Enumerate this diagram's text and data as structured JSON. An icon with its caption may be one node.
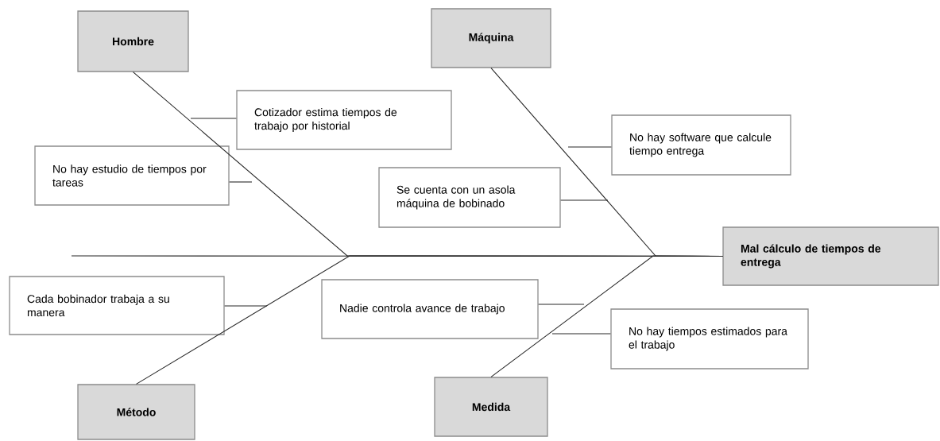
{
  "diagram": {
    "nodes": [
      {
        "text": [
          "Hombre"
        ]
      },
      {
        "text": [
          "Máquina"
        ]
      },
      {
        "text": [
          "Cotizador estima tiempos de trabajo por historial"
        ]
      },
      {
        "text": [
          "No hay estudio de tiempos por tareas"
        ]
      },
      {
        "text": [
          "No hay software que calcule tiempo entrega"
        ]
      },
      {
        "text": [
          "Se cuenta con un asola máquina de bobinado"
        ]
      },
      {
        "text": [
          "Mal cálculo de tiempos de entrega"
        ]
      },
      {
        "text": [
          "Cada bobinador trabaja a su manera"
        ]
      },
      {
        "text": [
          "Nadie controla avance de trabajo"
        ]
      },
      {
        "text": [
          "No hay tiempos estimados para el trabajo"
        ]
      },
      {
        "text": [
          "Método"
        ]
      },
      {
        "text": [
          "Medida"
        ]
      }
    ],
    "edges": [
      {
        "from": null,
        "to": 6,
        "arrow": "none"
      },
      {
        "from": 0,
        "to": 6,
        "arrow": "none"
      },
      {
        "from": 10,
        "to": 6,
        "arrow": "none"
      },
      {
        "from": 1,
        "to": 6,
        "arrow": "none"
      },
      {
        "from": 11,
        "to": 6,
        "arrow": "none"
      },
      {
        "from": 2,
        "to": null,
        "arrow": "none"
      },
      {
        "from": 3,
        "to": null,
        "arrow": "none"
      },
      {
        "from": 7,
        "to": null,
        "arrow": "none"
      },
      {
        "from": 4,
        "to": null,
        "arrow": "none"
      },
      {
        "from": 5,
        "to": null,
        "arrow": "none"
      },
      {
        "from": 8,
        "to": null,
        "arrow": "none"
      },
      {
        "from": 9,
        "to": null,
        "arrow": "none"
      }
    ]
  }
}
